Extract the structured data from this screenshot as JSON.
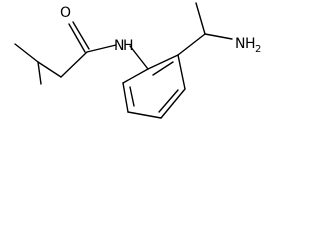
{
  "molecule": {
    "atom_labels": {
      "carbonyl_oxygen": "O",
      "amide_nitrogen": "N",
      "amide_hydrogen": "H",
      "amine_nitrogen": "N",
      "amine_hydrogen": "H",
      "amine_hydrogen_count": "2"
    },
    "colors": {
      "bond": "#000000",
      "text": "#000000",
      "background": "#ffffff"
    }
  }
}
